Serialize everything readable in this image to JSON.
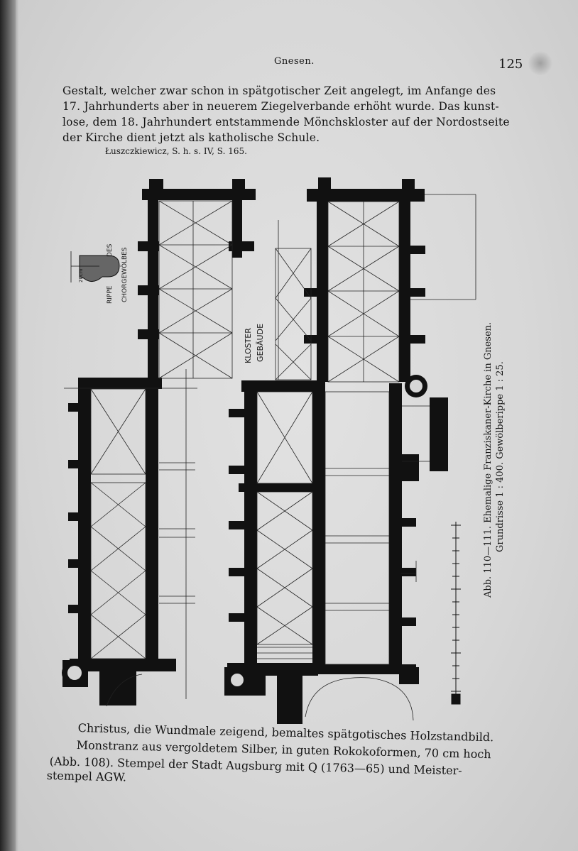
{
  "header": {
    "title": "Gnesen.",
    "page_number": "125"
  },
  "paragraph_lines": [
    "Gestalt, welcher zwar schon in spätgotischer Zeit angelegt, im Anfange des",
    "17. Jahrhunderts aber in neuerem Ziegelverbande erhöht wurde.  Das kunst-",
    "lose, dem 18. Jahrhundert entstammende Mönchskloster auf der Nordostseite",
    "der Kirche dient jetzt als katholische Schule."
  ],
  "reference": "Łuszczkiewicz, S. h. s. IV, S. 165.",
  "figure": {
    "caption_line1": "Abb. 110—111.  Ehemalige Franziskaner-Kirche in Gnesen.",
    "caption_line2": "Grundrisse 1 : 400.  Gewölberippe 1 : 25.",
    "rib_label_1": "RIPPE",
    "rib_label_2": "DES",
    "rib_label_3": "CHORGEWÖLBES",
    "rib_dim": "20cm",
    "kloster_1": "KLOSTER",
    "kloster_2": "GEBÄUDE"
  },
  "bottom_lines": [
    "Christus, die Wundmale zeigend, bemaltes spätgotisches Holzstandbild.",
    "Monstranz aus vergoldetem Silber, in guten Rokokoformen, 70 cm hoch",
    "(Abb. 108).  Stempel der Stadt Augsburg mit Q (1763—65) und Meister-",
    "stempel AGW."
  ]
}
